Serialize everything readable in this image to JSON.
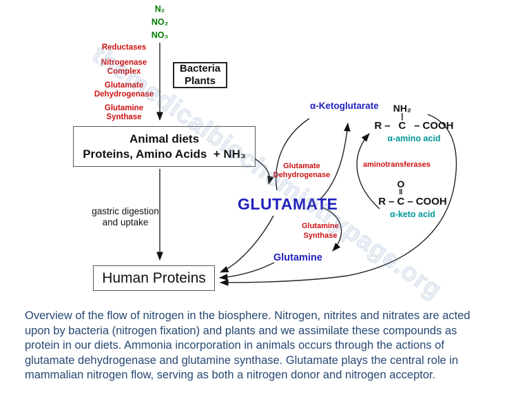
{
  "colors": {
    "input_green": "#007c00",
    "enzyme_red": "#cc1111",
    "metabolite_blue": "#2121bb",
    "acid_teal": "#009898",
    "caption_navy": "#264872",
    "arrow_black": "#111111"
  },
  "inputs": {
    "n2": "N₂",
    "no2": "NO₂",
    "no3": "NO₃"
  },
  "enzymes_left": {
    "item1": "Reductases",
    "item2": "Nitrogenase\nComplex",
    "item3": "Glutamate\nDehydrogenase",
    "item4": "Glutamine\nSynthase"
  },
  "boxes": {
    "bacteria_plants": "Bacteria\nPlants",
    "animal_line1": "Animal diets",
    "animal_line2": "Proteins, Amino Acids  + NH₃",
    "human_proteins": "Human Proteins"
  },
  "labels": {
    "gastric": "gastric digestion\nand uptake",
    "alpha_ketoglutarate": "α-Ketoglutarate",
    "glutamate": "GLUTAMATE",
    "glutamine": "Glutamine",
    "glutamate_dehydrogenase": "Glutamate\nDehydrogenase",
    "glutamine_synthase": "Glutamine\nSynthase",
    "aminotransferases": "aminotransferases"
  },
  "structures": {
    "amino": {
      "top": "NH₂",
      "bond": "|",
      "r": "R",
      "c": "C",
      "cooh": "COOH",
      "label": "α-amino acid"
    },
    "keto": {
      "top": "O",
      "bond": "‖",
      "r": "R",
      "c": "C",
      "cooh": "COOH",
      "label": "α-keto acid"
    }
  },
  "watermark": {
    "text": "themedicalbiochemistrypage.org"
  },
  "caption": {
    "lines": [
      "Overview of the flow of nitrogen in the biosphere. Nitrogen, nitrites and nitrates are acted",
      "upon by bacteria (nitrogen fixation) and plants and we assimilate these compounds as",
      "protein in our diets. Ammonia incorporation in animals occurs through the actions of",
      "glutamate dehydrogenase and glutamine synthase. Glutamate plays the central role in",
      "mammalian nitrogen flow, serving as both a nitrogen donor and nitrogen acceptor."
    ]
  }
}
